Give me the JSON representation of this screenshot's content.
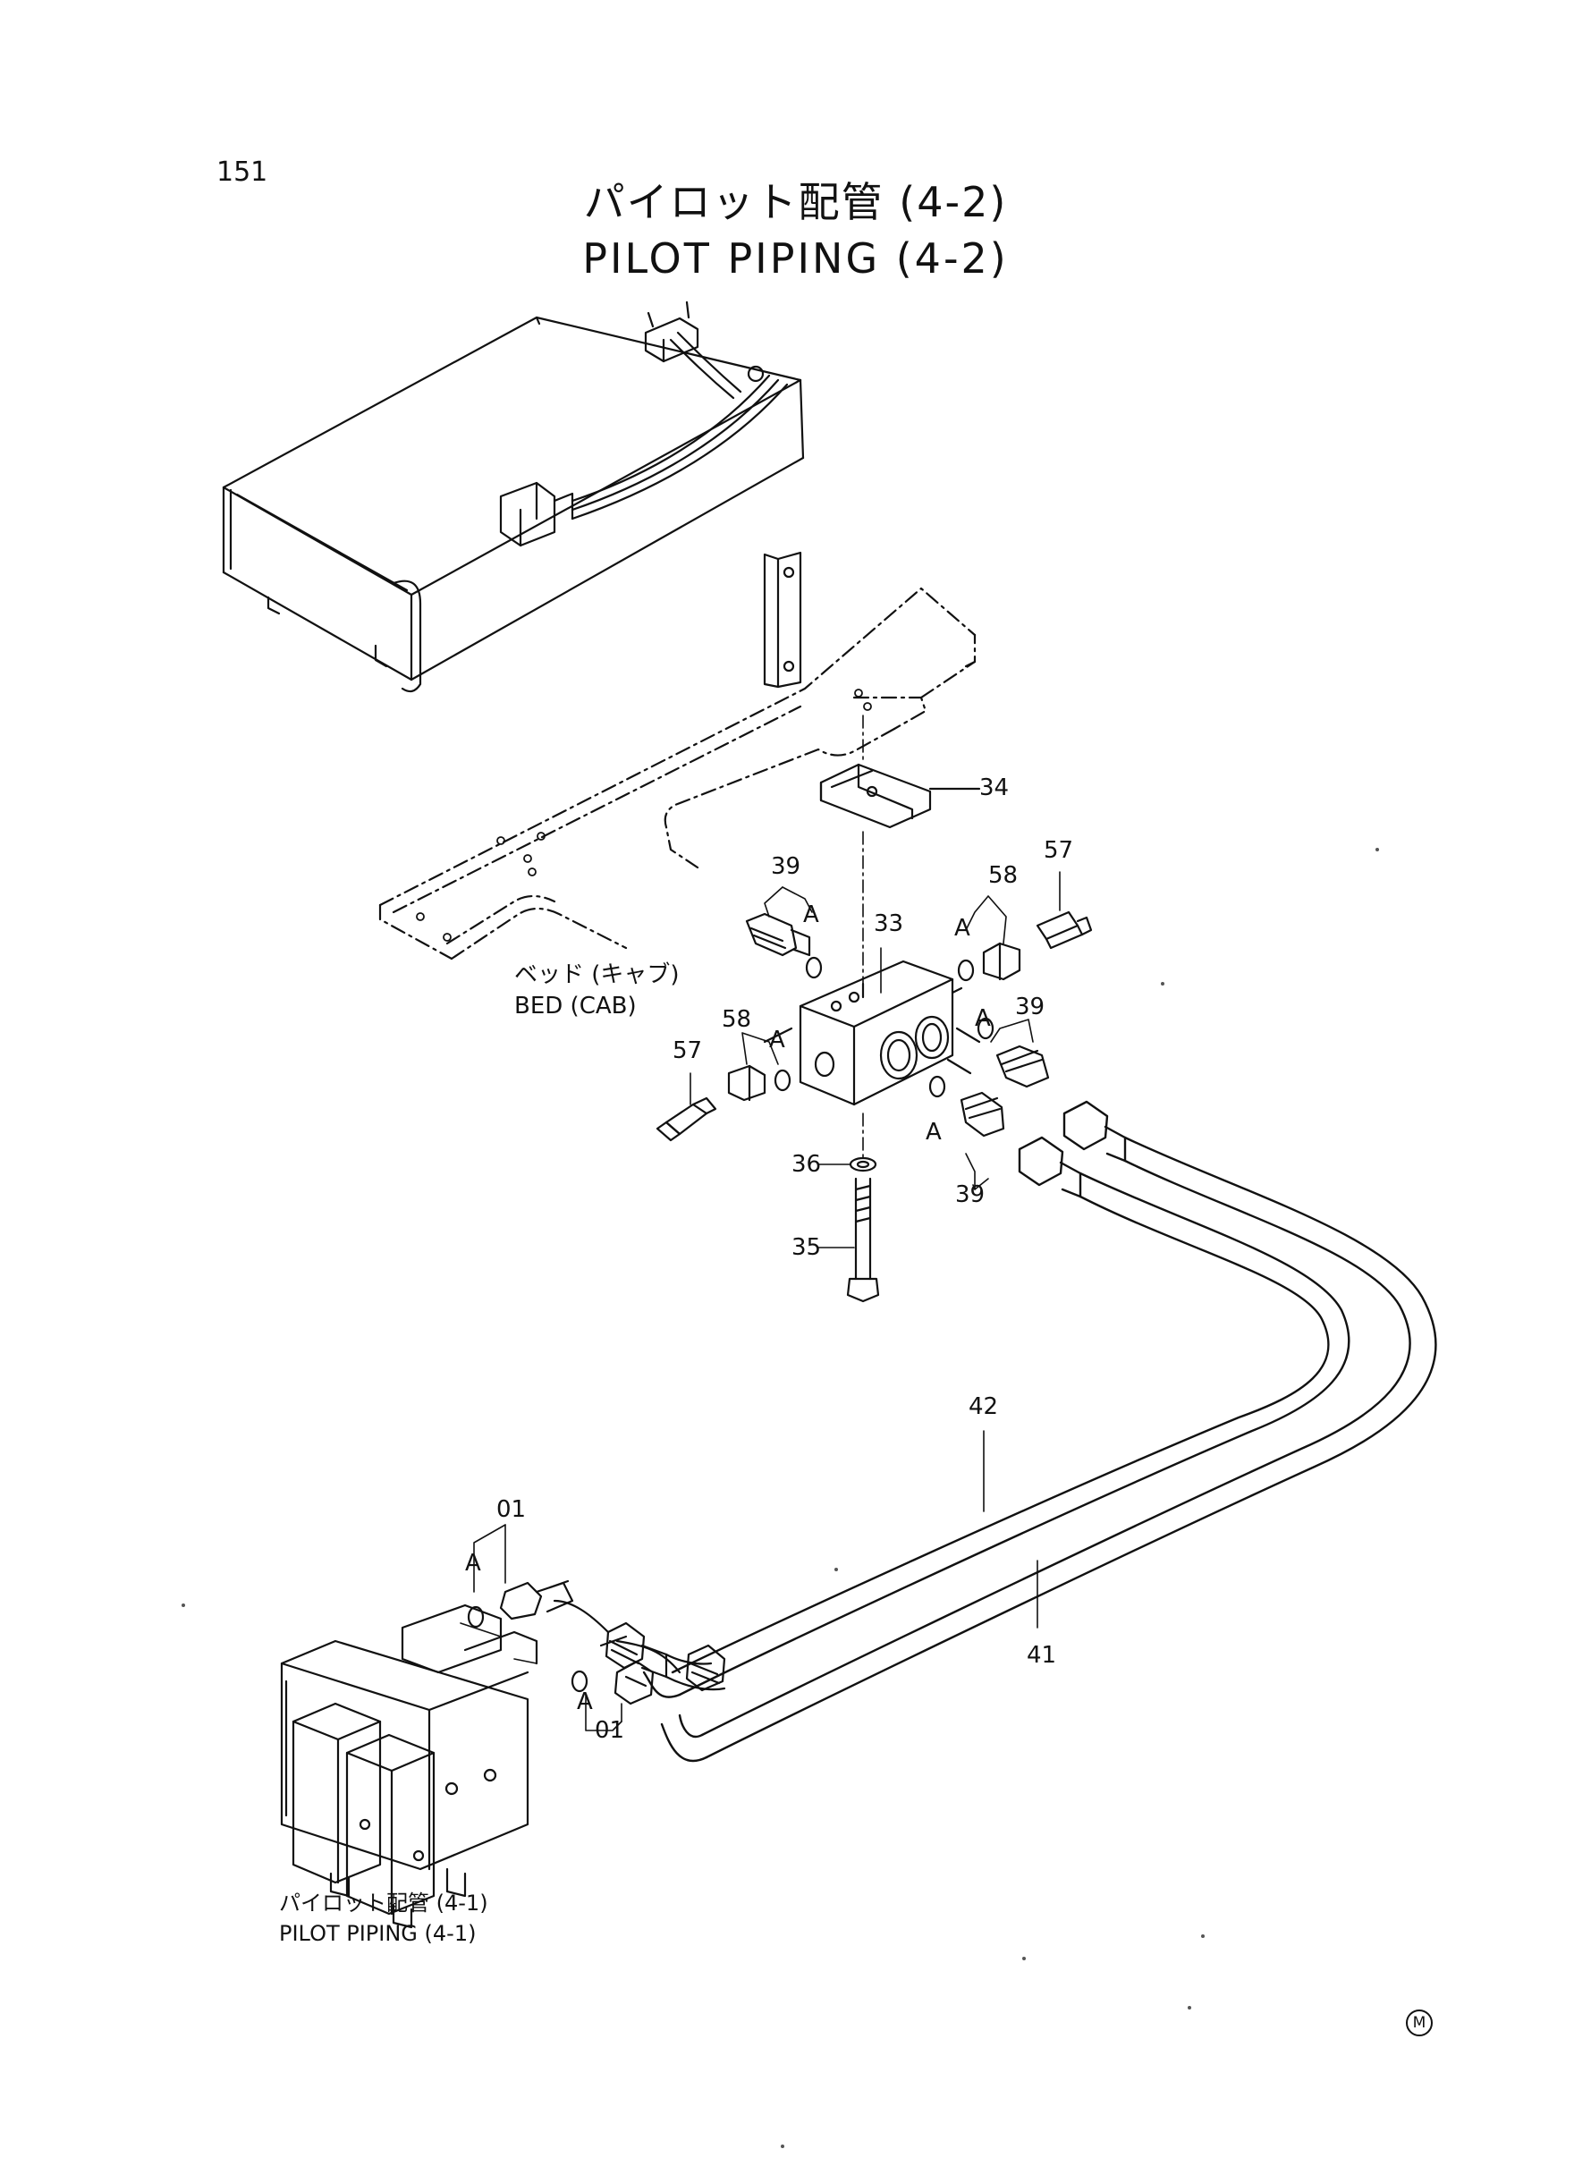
{
  "page_number": "151",
  "title": {
    "jp": "パイロット配管 (4-2)",
    "en": "PILOT PIPING (4-2)"
  },
  "bed_label": {
    "jp": "ベッド (キャブ)",
    "en": "BED (CAB)"
  },
  "reference_label": {
    "jp": "パイロット配管 (4-1)",
    "en": "PILOT PIPING (4-1)"
  },
  "callouts": {
    "p34": "34",
    "p39_top": "39",
    "p33": "33",
    "p58_top": "58",
    "p57_top": "57",
    "p39_right": "39",
    "p58_left": "58",
    "p57_left": "57",
    "p39_bottom": "39",
    "p36": "36",
    "p35": "35",
    "p42": "42",
    "p41": "41",
    "p01_top": "01",
    "p01_bottom": "01"
  },
  "o_ring_marker": "A",
  "corner_mark": "M"
}
